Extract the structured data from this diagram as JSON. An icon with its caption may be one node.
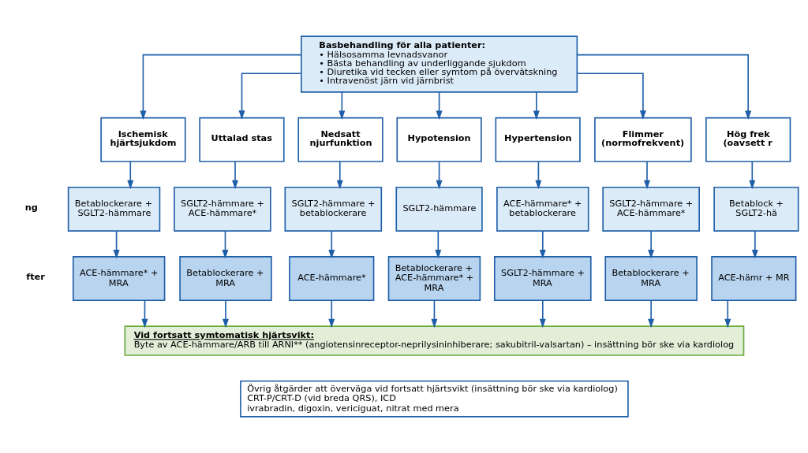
{
  "diagram": {
    "nodes": [
      {
        "text": [
          "Basbehandling för alla patienter:",
          "• Hälsosamma levnadsvanor",
          "• Bästa behandling av underliggande sjukdom",
          "• Diuretika vid tecken eller symtom på övervätskning",
          "• Intravenöst järn vid järnbrist"
        ]
      },
      {
        "text": [
          "Ischemisk hjärtsjukdom"
        ]
      },
      {
        "text": [
          "Uttalad stas"
        ]
      },
      {
        "text": [
          "Nedsatt njurfunktion"
        ]
      },
      {
        "text": [
          "Hypotension"
        ]
      },
      {
        "text": [
          "Hypertension"
        ]
      },
      {
        "text": [
          "Flimmer (normofrekvent)"
        ]
      },
      {
        "text": [
          "Hög frek (oavsett r"
        ]
      },
      {
        "text": [
          "Betablockerare + SGLT2-hämmare"
        ]
      },
      {
        "text": [
          "SGLT2-hämmare + ACE-hämmare*"
        ]
      },
      {
        "text": [
          "SGLT2-hämmare + betablockerare"
        ]
      },
      {
        "text": [
          "SGLT2-hämmare"
        ]
      },
      {
        "text": [
          "ACE-hämmare* + betablockerare"
        ]
      },
      {
        "text": [
          "SGLT2-hämmare + ACE-hämmare*"
        ]
      },
      {
        "text": [
          "Betablock + SGLT2-hä"
        ]
      },
      {
        "text": [
          "ACE-hämmare* + MRA"
        ]
      },
      {
        "text": [
          "Betablockerare + MRA"
        ]
      },
      {
        "text": [
          "ACE-hämmare*"
        ]
      },
      {
        "text": [
          "Betablockerare + ACE-hämmare* + MRA"
        ]
      },
      {
        "text": [
          "SGLT2-hämmare + MRA"
        ]
      },
      {
        "text": [
          "Betablockerare + MRA"
        ]
      },
      {
        "text": [
          "ACE-hämr + MR"
        ]
      },
      {
        "text": [
          "Vid fortsatt symtomatisk hjärtsvikt:",
          "Byte av ACE-hämmare/ARB till ARNI** (angiotensinreceptor-neprilysininhiberare; sakubitril-valsartan) – insättning bör ske via kardiolog"
        ]
      },
      {
        "text": [
          "Övrig åtgärder att överväga vid fortsatt hjärtsvikt (insättning bör ske via kardiolog)",
          "CRT-P/CRT-D (vid breda QRS), ICD",
          "ivrabradin, digoxin, vericiguat, nitrat med mera"
        ]
      }
    ],
    "edges": [
      {
        "from": 0,
        "to": 1,
        "arrow": "to"
      },
      {
        "from": 0,
        "to": 2,
        "arrow": "to"
      },
      {
        "from": 0,
        "to": 3,
        "arrow": "to"
      },
      {
        "from": 0,
        "to": 4,
        "arrow": "to"
      },
      {
        "from": 0,
        "to": 5,
        "arrow": "to"
      },
      {
        "from": 0,
        "to": 6,
        "arrow": "to"
      },
      {
        "from": 0,
        "to": 7,
        "arrow": "to"
      },
      {
        "from": 1,
        "to": 8,
        "arrow": "to"
      },
      {
        "from": 2,
        "to": 9,
        "arrow": "to"
      },
      {
        "from": 3,
        "to": 10,
        "arrow": "to"
      },
      {
        "from": 4,
        "to": 11,
        "arrow": "to"
      },
      {
        "from": 5,
        "to": 12,
        "arrow": "to"
      },
      {
        "from": 6,
        "to": 13,
        "arrow": "to"
      },
      {
        "from": 7,
        "to": 14,
        "arrow": "to"
      },
      {
        "from": 8,
        "to": 15,
        "arrow": "to"
      },
      {
        "from": 9,
        "to": 16,
        "arrow": "to"
      },
      {
        "from": 10,
        "to": 17,
        "arrow": "to"
      },
      {
        "from": 11,
        "to": 18,
        "arrow": "to"
      },
      {
        "from": 12,
        "to": 19,
        "arrow": "to"
      },
      {
        "from": 13,
        "to": 20,
        "arrow": "to"
      },
      {
        "from": 14,
        "to": 21,
        "arrow": "to"
      },
      {
        "from": 15,
        "to": 22,
        "arrow": "to"
      },
      {
        "from": 16,
        "to": 22,
        "arrow": "to"
      },
      {
        "from": 17,
        "to": 22,
        "arrow": "to"
      },
      {
        "from": 18,
        "to": 22,
        "arrow": "to"
      },
      {
        "from": 19,
        "to": 22,
        "arrow": "to"
      },
      {
        "from": 20,
        "to": 22,
        "arrow": "to"
      },
      {
        "from": 21,
        "to": 22,
        "arrow": "to"
      }
    ],
    "labels": [
      "ng",
      "fter"
    ]
  }
}
